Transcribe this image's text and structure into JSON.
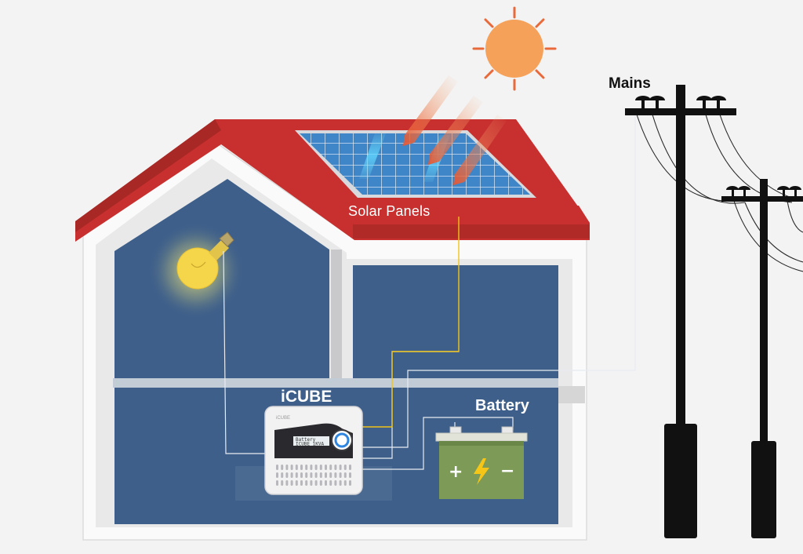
{
  "labels": {
    "solar_panels": "Solar Panels",
    "icube": "iCUBE",
    "battery": "Battery",
    "mains": "Mains"
  },
  "device": {
    "brand_text": "iCUBE",
    "display_line1": "Battery",
    "display_line2": "ICUBE 1KVA"
  },
  "battery_symbols": {
    "plus": "+",
    "minus": "−",
    "bolt": "⚡"
  },
  "colors": {
    "background": "#f3f3f4",
    "roof": "#c8302f",
    "wall": "#fafafa",
    "interior": "#3e5f8a",
    "wire": "#f0c419",
    "sun": "#f5a15a",
    "battery_body": "#7d9a56",
    "pole": "#111111"
  },
  "icons": [
    "sun-icon",
    "light-bulb-icon",
    "solar-panel-icon",
    "inverter-icon",
    "battery-icon",
    "utility-pole-icon"
  ]
}
